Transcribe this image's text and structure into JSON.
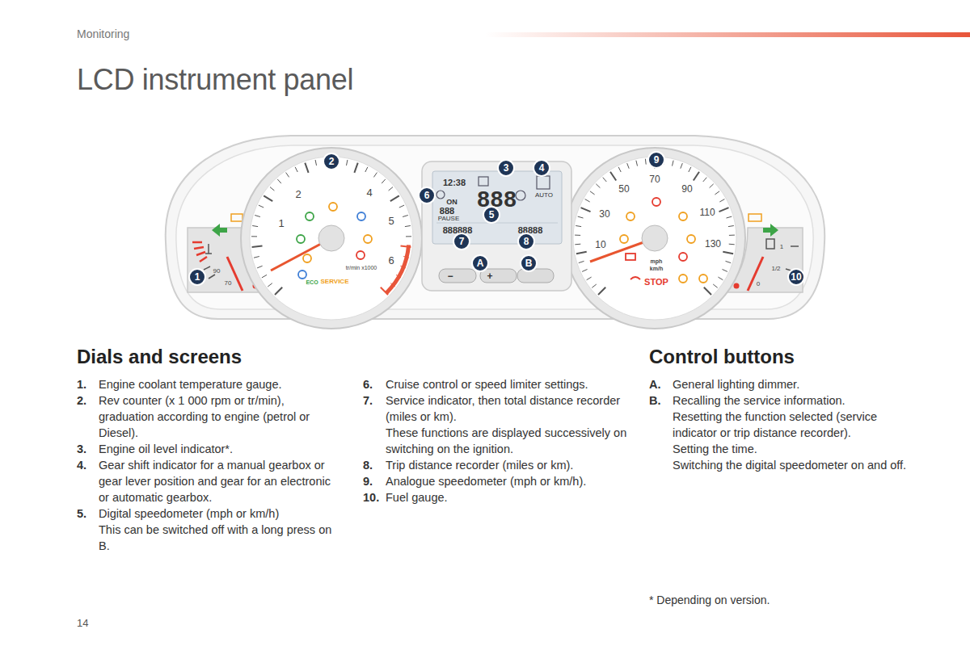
{
  "diagram": {
    "title": "LCD instrument panel",
    "nodes": [
      {
        "text": [
          "2"
        ]
      },
      {
        "text": [
          "3"
        ]
      },
      {
        "text": [
          "4"
        ]
      },
      {
        "text": [
          "9"
        ]
      },
      {
        "text": [
          "6"
        ]
      },
      {
        "text": [
          "5"
        ]
      },
      {
        "text": [
          "7"
        ]
      },
      {
        "text": [
          "8"
        ]
      },
      {
        "text": [
          "A"
        ]
      },
      {
        "text": [
          "B"
        ]
      },
      {
        "text": [
          "1"
        ]
      },
      {
        "text": [
          "10"
        ]
      }
    ],
    "labels": [
      "Monitoring",
      "Dials and screens",
      "1.",
      "Engine coolant temperature gauge.",
      "2.",
      "Rev counter (x 1 000 rpm or tr/min), graduation according to engine (petrol or Diesel).",
      "3.",
      "Engine oil level indicator*.",
      "4.",
      "Gear shift indicator for a manual gearbox or gear lever position and gear for an electronic or automatic gearbox.",
      "5.",
      "Digital speedometer (mph or km/h)",
      "This can be switched off with a long press on B.",
      "6.",
      "Cruise control or speed limiter settings.",
      "7.",
      "Service indicator, then total distance recorder (miles or km).",
      "These functions are displayed successively on switching on the ignition.",
      "8.",
      "Trip distance recorder (miles or km).",
      "9.",
      "Analogue speedometer (mph or km/h).",
      "10.",
      "Fuel gauge.",
      "Control buttons",
      "A.",
      "General lighting dimmer.",
      "B.",
      "Recalling the service information.",
      "Resetting the function selected (service indicator or trip distance recorder).",
      "Setting the time.",
      "Switching the digital speedometer on and off.",
      "* Depending on version.",
      "14",
      "1",
      "2",
      "4",
      "5",
      "6",
      "tr/min x1000",
      "ECO",
      "SERVICE",
      "90",
      "70",
      "12:38",
      "ON",
      "888",
      "888",
      "PAUSE",
      "AUTO",
      "888888",
      "88888",
      "−",
      "+",
      "10",
      "30",
      "50",
      "70",
      "90",
      "110",
      "130",
      "mph",
      "km/h",
      "STOP",
      "1",
      "1/2",
      "0"
    ]
  }
}
